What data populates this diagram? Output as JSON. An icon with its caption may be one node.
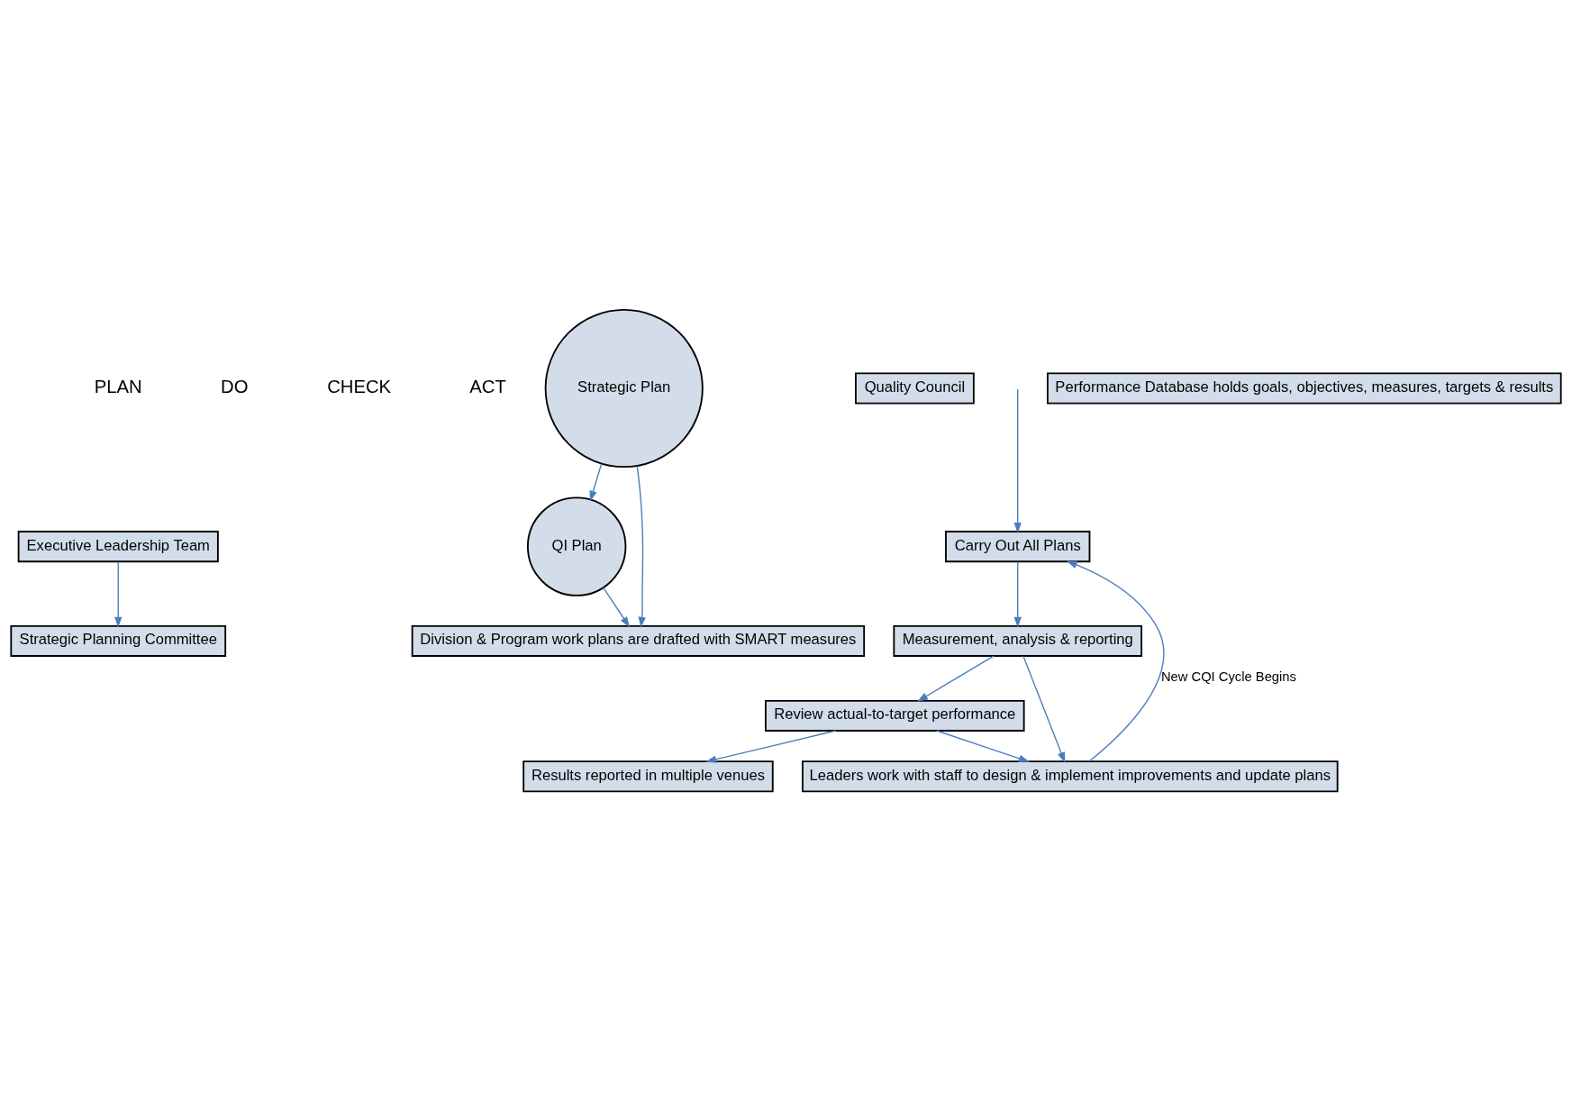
{
  "diagram": {
    "nodes": [
      {
        "text": [
          "Executive Leadership Team"
        ]
      },
      {
        "text": [
          "Strategic Planning Committee"
        ]
      },
      {
        "text": [
          "Strategic Plan"
        ]
      },
      {
        "text": [
          "Quality Council"
        ]
      },
      {
        "text": [
          "QI Plan"
        ]
      },
      {
        "text": [
          "Division & Program work plans are drafted with SMART measures"
        ]
      },
      {
        "text": [
          "Carry Out All Plans"
        ]
      },
      {
        "text": [
          "Performance Database holds goals, objectives, measures, targets & results"
        ]
      },
      {
        "text": [
          "Measurement, analysis & reporting"
        ]
      },
      {
        "text": [
          "Review actual-to-target performance"
        ]
      },
      {
        "text": [
          "Results reported in multiple venues"
        ]
      },
      {
        "text": [
          "Leaders work with staff to design & implement improvements and update plans"
        ]
      }
    ],
    "edges": [
      {
        "from": 0,
        "to": 1,
        "arrow": "to"
      },
      {
        "from": 2,
        "to": 4,
        "arrow": "to"
      },
      {
        "from": 2,
        "to": 5,
        "arrow": "to"
      },
      {
        "from": 4,
        "to": 5,
        "arrow": "to"
      },
      {
        "from": null,
        "to": 6,
        "arrow": "to"
      },
      {
        "from": 6,
        "to": 8,
        "arrow": "to"
      },
      {
        "from": 8,
        "to": 11,
        "arrow": "to"
      },
      {
        "from": 8,
        "to": 9,
        "arrow": "to"
      },
      {
        "from": 9,
        "to": 10,
        "arrow": "to"
      },
      {
        "from": 9,
        "to": 11,
        "arrow": "to"
      },
      {
        "from": 11,
        "to": 6,
        "arrow": "to",
        "label": "New CQI Cycle Begins"
      }
    ],
    "labels": [
      "PLAN",
      "DO",
      "CHECK",
      "ACT"
    ]
  }
}
